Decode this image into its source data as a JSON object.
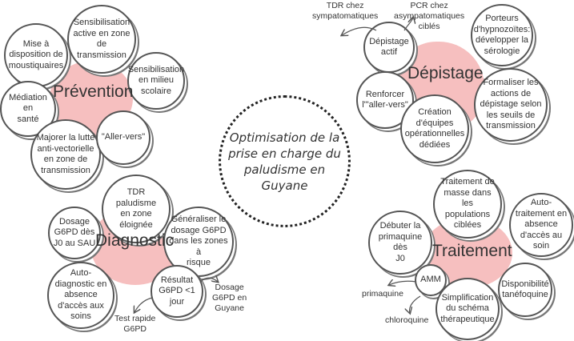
{
  "center": "Optimisation de la\nprise en charge du\npaludisme en\nGuyane",
  "prevention": {
    "hub": "Prévention",
    "items": [
      "Mise à\ndisposition de\nmoustiquaires",
      "Sensibilisation\nactive en zone\nde\ntransmission",
      "Sensibilisation\nen milieu\nscolaire",
      "Médiation en\nsanté",
      "Majorer la lutte\nanti-vectorielle\nen zone de\ntransmission",
      "\"Aller-vers\""
    ]
  },
  "depistage": {
    "hub": "Dépistage",
    "items": [
      "Dépistage\nactif",
      "Porteurs\nd'hypnozoïtes:\ndévelopper la\nsérologie",
      "Renforcer\nl'\"aller-vers\"",
      "Formaliser les\nactions de\ndépistage selon\nles seuils de\ntransmission",
      "Création\nd'équipes\nopérationnelles\ndédiées"
    ],
    "labels": [
      "TDR chez\nsympatomatiques",
      "PCR chez\nasympatomatiques\nciblés"
    ]
  },
  "diagnostic": {
    "hub": "Diagnostic",
    "items": [
      "TDR paludisme\nen zone\néloignée",
      "Dosage\nG6PD dès\nJ0 au SAU",
      "Généraliser le\ndosage G6PD\ndans les zones à\nrisque",
      "Auto-\ndiagnostic en\nabsence\nd'accès aux\nsoins",
      "Résultat\nG6PD <1\njour"
    ],
    "labels": [
      "Dosage\nG6PD en\nGuyane",
      "Test rapide\nG6PD"
    ]
  },
  "traitement": {
    "hub": "Traitement",
    "items": [
      "Traitement de\nmasse dans les\npopulations\nciblées",
      "Auto-\ntraitement en\nabsence\nd'accès au soin",
      "Débuter la\nprimaquine dès\nJ0",
      "AMM",
      "Disponibilité\ntanéfoquine",
      "Simplification\ndu schéma\nthérapeutique"
    ],
    "labels": [
      "primaquine",
      "chloroquine"
    ]
  },
  "colors": {
    "blob": "#f4b4b4",
    "stroke": "#555555",
    "center_border": "#222222"
  }
}
